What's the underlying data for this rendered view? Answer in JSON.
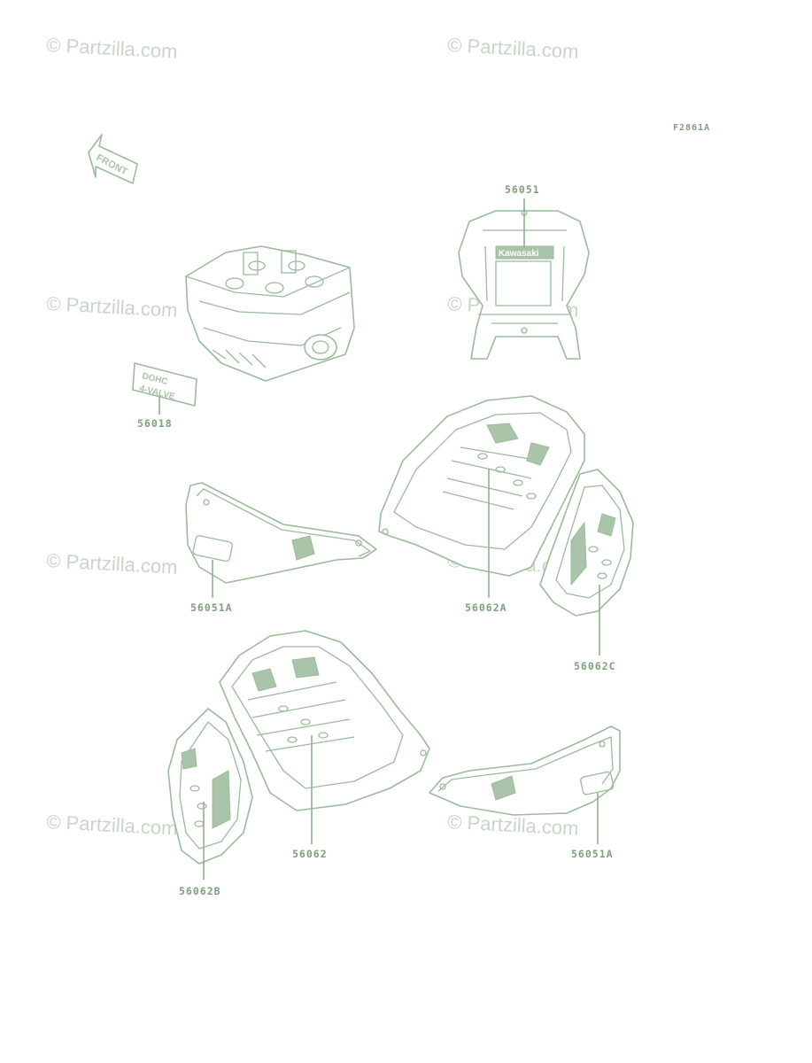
{
  "watermark": {
    "text": "© Partzilla.com"
  },
  "figure_id": "F2861A",
  "front_marker": "FRONT",
  "labels": {
    "p56051": "56051",
    "p56018": "56018",
    "p56051A_left": "56051A",
    "p56062A": "56062A",
    "p56062C": "56062C",
    "p56062": "56062",
    "p56062B": "56062B",
    "p56051A_right": "56051A"
  },
  "decal_texts": {
    "brand": "Kawasaki",
    "engine_line1": "DOHC",
    "engine_line2": "4-VALVE"
  },
  "colors": {
    "line": "#9bbb9b",
    "label": "#7fa07f",
    "watermark": "#c8d6c8"
  }
}
